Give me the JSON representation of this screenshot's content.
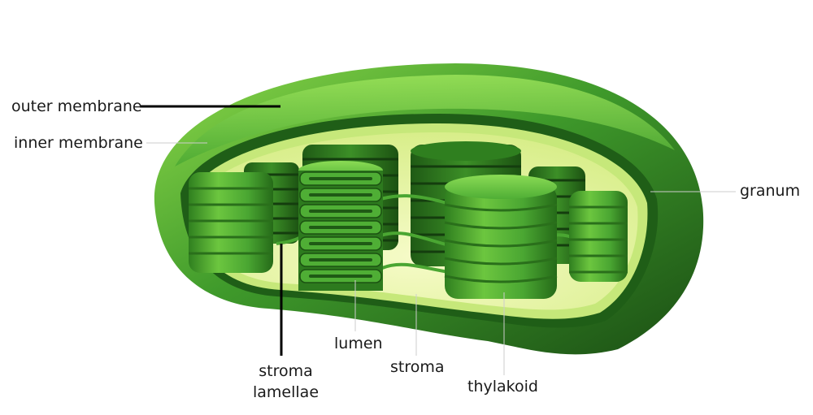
{
  "diagram": {
    "labels": {
      "outer_membrane": "outer membrane",
      "inner_membrane": "inner membrane",
      "granum": "granum",
      "lumen": "lumen",
      "stroma": "stroma",
      "thylakoid": "thylakoid",
      "stroma_lamellae_line1": "stroma",
      "stroma_lamellae_line2": "lamellae"
    },
    "colors": {
      "outer_shell": "#3f9a2b",
      "shell_dark": "#1f5e17",
      "inner_band": "#c6e87a",
      "stroma_fill": "#eef7b4",
      "thylakoid_light": "#5ab838",
      "thylakoid_dark": "#2d7a1e",
      "leader_line": "#000000"
    }
  }
}
